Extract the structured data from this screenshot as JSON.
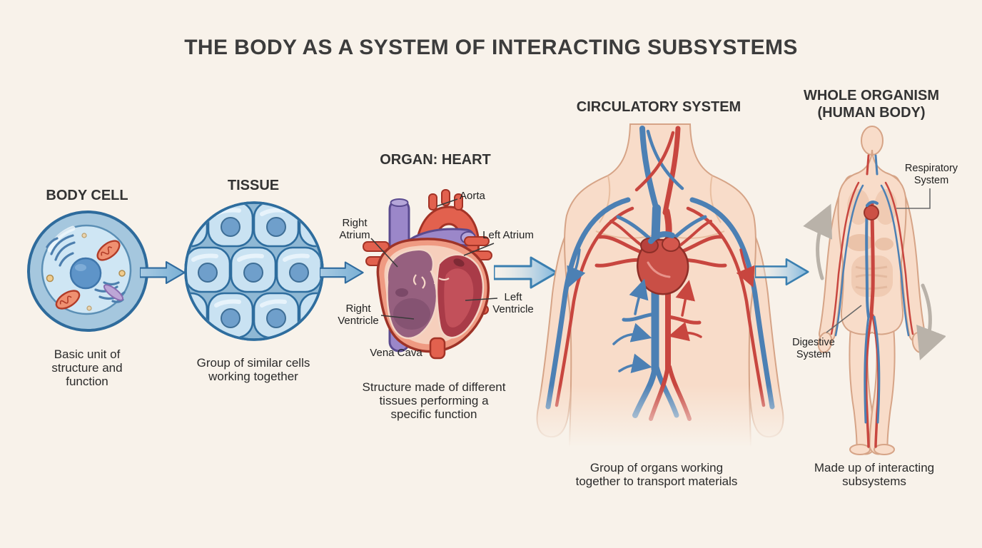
{
  "title": "THE BODY AS A SYSTEM OF INTERACTING SUBSYSTEMS",
  "colors": {
    "background": "#f8f2ea",
    "heading_text": "#3c3c3c",
    "body_text": "#2b2b2b",
    "arrow_blue": "#7db5dd",
    "arrow_outline": "#2f6b9e",
    "artery_red": "#c8463f",
    "vein_blue": "#4c80b4",
    "skin": "#f8dcc9",
    "cell_blue": "#a5c7de",
    "vessel_purple": "#9b87c9",
    "heart_red": "#e2614e"
  },
  "icons": {
    "flow_arrow": "right-arrow",
    "organism_cycle_left": "curved-up-arrow",
    "organism_cycle_right": "curved-down-arrow"
  },
  "sections": {
    "cell": {
      "heading": "BODY CELL",
      "caption_lines": [
        "Basic unit of",
        "structure and",
        "function"
      ]
    },
    "tissue": {
      "heading": "TISSUE",
      "caption_lines": [
        "Group of similar cells",
        "working together"
      ]
    },
    "organ": {
      "heading": "ORGAN: HEART",
      "caption_lines": [
        "Structure made of different",
        "tissues performing a",
        "specific function"
      ],
      "anatomy": {
        "aorta": "Aorta",
        "right_atrium": "Right Atrium",
        "left_atrium": "Left Atrium",
        "right_ventricle": "Right Ventricle",
        "left_ventricle": "Left Ventricle",
        "vena_cava": "Vena Cava"
      }
    },
    "circulatory": {
      "heading": "CIRCULATORY SYSTEM",
      "caption_lines": [
        "Group of organs working",
        "together to transport materials"
      ]
    },
    "organism": {
      "heading_lines": [
        "WHOLE ORGANISM",
        "(HUMAN BODY)"
      ],
      "caption_lines": [
        "Made up of interacting",
        "subsystems"
      ],
      "anatomy": {
        "respiratory": "Respiratory System",
        "digestive": "Digestive System"
      }
    }
  }
}
